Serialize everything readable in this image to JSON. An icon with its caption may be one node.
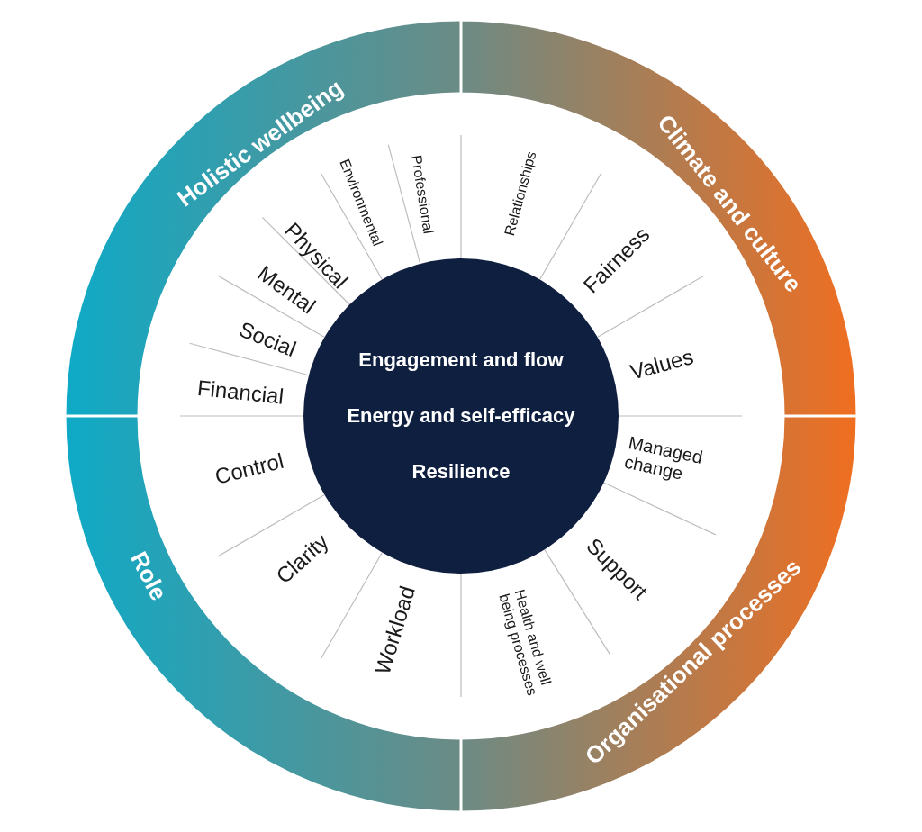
{
  "diagram": {
    "nodes": [
      {
        "text": [
          "Engagement and flow",
          "Energy and self-efficacy",
          "Resilience"
        ]
      },
      {
        "text": [
          "Holistic wellbeing"
        ]
      },
      {
        "text": [
          "Climate and culture"
        ]
      },
      {
        "text": [
          "Organisational processes"
        ]
      },
      {
        "text": [
          "Role"
        ]
      }
    ],
    "labels": [
      "Financial",
      "Social",
      "Mental",
      "Physical",
      "Environmental",
      "Professional",
      "Relationships",
      "Fairness",
      "Values",
      "Managed change",
      "Support",
      "Health and well being processes",
      "Workload",
      "Clarity",
      "Control"
    ]
  }
}
